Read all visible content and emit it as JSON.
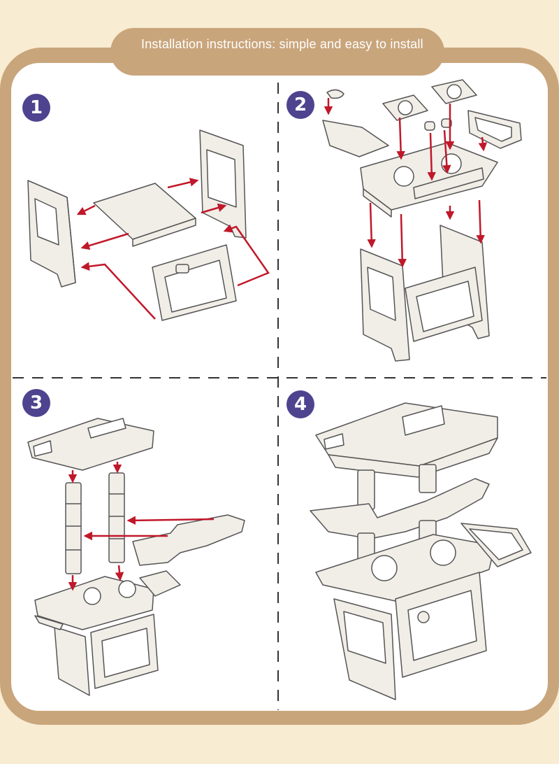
{
  "header": {
    "title": "Installation instructions: simple and easy to install"
  },
  "steps": [
    {
      "number": "1"
    },
    {
      "number": "2"
    },
    {
      "number": "3"
    },
    {
      "number": "4"
    }
  ],
  "colors": {
    "background": "#f8ecd2",
    "frame": "#c9a57c",
    "panel": "#ffffff",
    "badge": "#4e438f",
    "arrow": "#c0182a",
    "line": "#555555",
    "part_fill": "#f1ede7"
  }
}
